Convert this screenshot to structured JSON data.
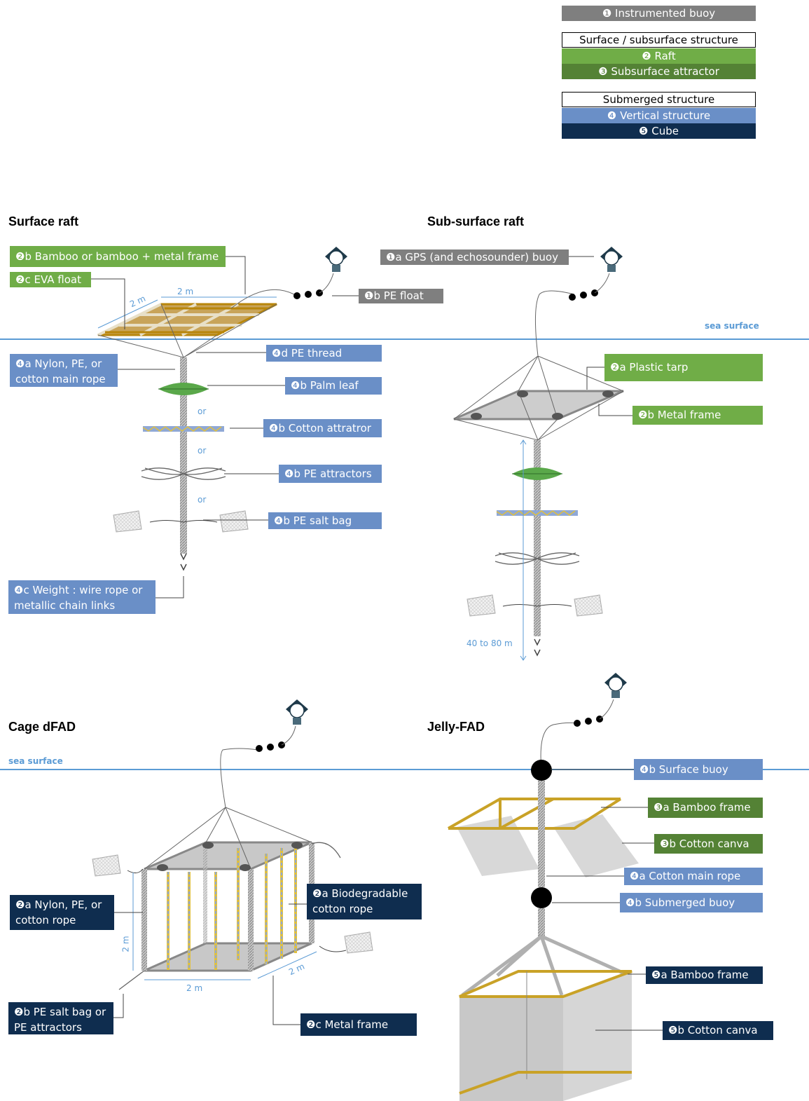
{
  "legend": {
    "buoy": "❶ Instrumented buoy",
    "group1_head": "Surface / subsurface structure",
    "raft": "❷ Raft",
    "subsurface": "❸ Subsurface attractor",
    "group2_head": "Submerged structure",
    "vertical": "❹ Vertical structure",
    "cube": "❺ Cube"
  },
  "titles": {
    "surface_raft": "Surface raft",
    "subsurface_raft": "Sub-surface raft",
    "cage": "Cage dFAD",
    "jelly": "Jelly-FAD"
  },
  "sea_surface": "sea surface",
  "dimensions": {
    "raft_w": "2 m",
    "raft_d": "2 m",
    "depth": "40 to 80 m",
    "cage_h": "2 m",
    "cage_w": "2 m",
    "cage_d": "2 m"
  },
  "or_label": "or",
  "labels": {
    "sr_bamboo": "❷b Bamboo or bamboo + metal frame",
    "sr_eva": "❷c EVA float",
    "sr_pefloat": "❶b PE float",
    "sr_thread": "❹d PE thread",
    "sr_mainrope": "❹a Nylon, PE, or cotton main rope",
    "sr_palm": "❹b Palm leaf",
    "sr_cotton": "❹b Cotton attratror",
    "sr_peattr": "❹b PE attractors",
    "sr_saltbag": "❹b PE salt bag",
    "sr_weight": "❹c Weight : wire rope or metallic chain links",
    "ss_gps": "❶a GPS (and echosounder) buoy",
    "ss_tarp": "❷a Plastic tarp",
    "ss_metal": "❷b Metal frame",
    "cg_nylon": "❷a Nylon, PE, or cotton rope",
    "cg_biodeg": "❷a Biodegradable cotton rope",
    "cg_saltbag": "❷b PE salt bag or PE attractors",
    "cg_metal": "❷c Metal frame",
    "jf_surfbuoy": "❹b Surface buoy",
    "jf_bamboo3": "❸a Bamboo frame",
    "jf_canva3": "❸b Cotton canva",
    "jf_rope": "❹a Cotton main rope",
    "jf_subbuoy": "❹b Submerged buoy",
    "jf_bamboo5": "❺a Bamboo frame",
    "jf_canva5": "❺b Cotton canva"
  },
  "colors": {
    "grey": "#7f7f7f",
    "green": "#70ad47",
    "dark_green": "#548235",
    "blue": "#6a8fc7",
    "navy": "#0f2d4f",
    "sea_line": "#5b9bd5",
    "bamboo": "#c9a227"
  }
}
